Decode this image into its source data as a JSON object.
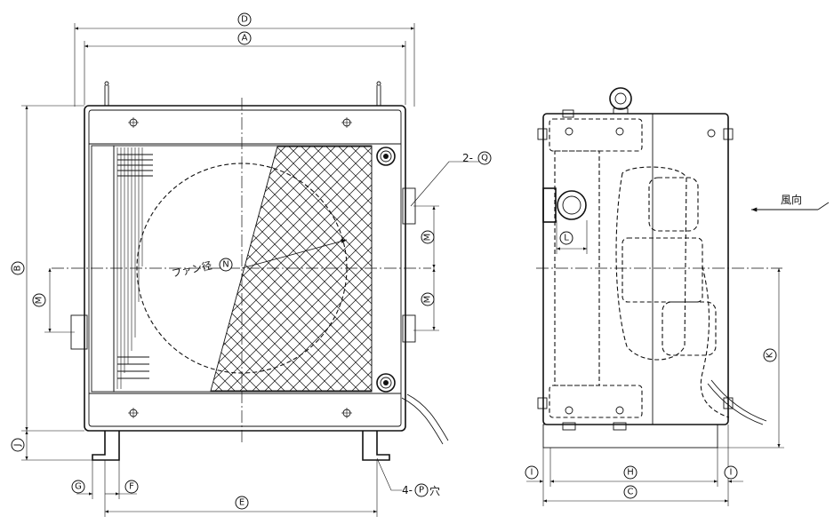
{
  "labels": {
    "D": "D",
    "A": "A",
    "B": "B",
    "M": "M",
    "J": "J",
    "G": "G",
    "F": "F",
    "E": "E",
    "K": "K",
    "H": "H",
    "C": "C",
    "I": "I",
    "L": "L",
    "N": "N"
  },
  "annotations": {
    "hole_note_prefix": "2-",
    "hole_note_letter": "Q",
    "fan_diameter_prefix": "ファン径",
    "mount_hole_prefix": "4-",
    "mount_hole_letter": "P",
    "mount_hole_suffix": "穴",
    "wind_direction": "風向"
  }
}
